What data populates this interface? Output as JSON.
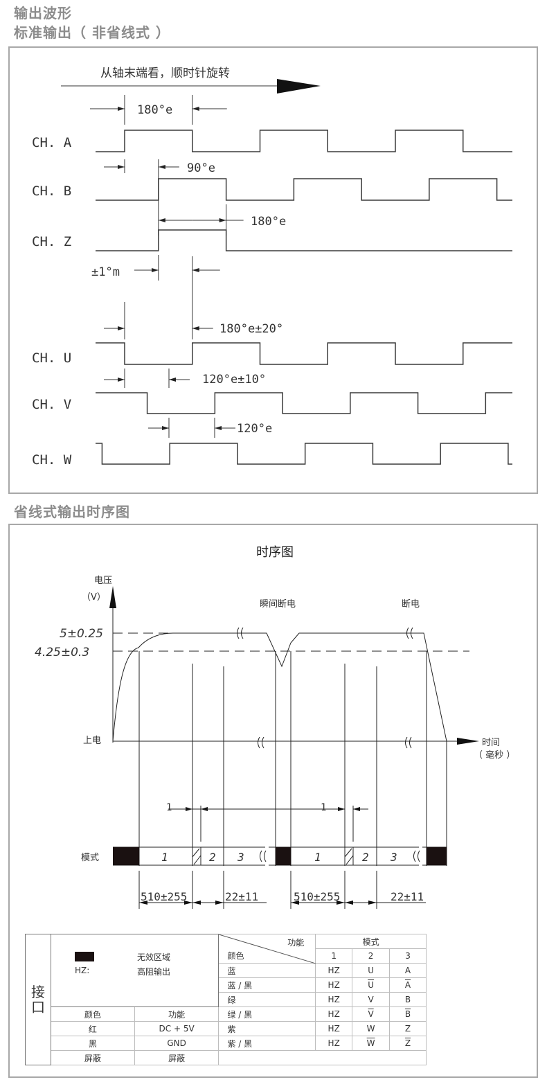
{
  "headings": {
    "output_waveform": "输出波形",
    "standard_output": "标准输出（ 非省线式 ）",
    "line_saving_timing": "省线式输出时序图"
  },
  "waveform_diagram": {
    "rotation_note": "从轴末端看，顺时针旋转",
    "channels": [
      {
        "label": "CH. A",
        "signal": "square",
        "phase_deg": 0,
        "duty_deg": 180
      },
      {
        "label": "CH. B",
        "signal": "square",
        "phase_deg": 90,
        "duty_deg": 180
      },
      {
        "label": "CH. Z",
        "signal": "single-pulse",
        "phase_deg": 90,
        "width_deg": 180
      },
      {
        "label": "CH. U",
        "signal": "square-inverted",
        "phase_deg": 0,
        "duty_deg": 180
      },
      {
        "label": "CH. V",
        "signal": "square",
        "phase_deg": -120,
        "duty_deg": 180
      },
      {
        "label": "CH. W",
        "signal": "square",
        "phase_deg": 120,
        "duty_deg": 180
      }
    ],
    "dimensions": {
      "a_width": "180°e",
      "ab_phase": "90°e",
      "z_width": "180°e",
      "mech_tol": "±1°m",
      "u_width": "180°e±20°",
      "uv_phase": "120°e±10°",
      "vw_phase": "120°e"
    }
  },
  "timing_chart": {
    "title": "时序图",
    "y_axis_label": "电压",
    "y_axis_unit": "（V）",
    "x_axis_label": "时间",
    "x_axis_unit": "（ 毫秒 ）",
    "power_on_label": "上电",
    "mode_label": "模式",
    "level_high": "5±0.25",
    "level_threshold": "4.25±0.3",
    "event_brief_outage": "瞬间断电",
    "event_power_off": "断电",
    "modes": [
      "1",
      "2",
      "3"
    ],
    "gap_marker": "1",
    "duration_mode1": "510±255",
    "duration_mode3": "22±11"
  },
  "interface_table": {
    "side_label": "接口",
    "legend": [
      {
        "symbol": "black-block",
        "text": "无效区域"
      },
      {
        "symbol": "HZ:",
        "text": "高阻输出"
      }
    ],
    "wire_headers": [
      "颜色",
      "功能"
    ],
    "wires": [
      {
        "color": "红",
        "function": "DC + 5V"
      },
      {
        "color": "黑",
        "function": "GND"
      },
      {
        "color": "屏蔽",
        "function": "屏蔽"
      }
    ],
    "mode_table": {
      "corner_top": "功能",
      "corner_bottom": "颜色",
      "group_header": "模式",
      "mode_columns": [
        "1",
        "2",
        "3"
      ],
      "rows": [
        {
          "color": "蓝",
          "m1": "HZ",
          "m2": "U",
          "m2_inv": false,
          "m3": "A",
          "m3_inv": false
        },
        {
          "color": "蓝 / 黑",
          "m1": "HZ",
          "m2": "U",
          "m2_inv": true,
          "m3": "A",
          "m3_inv": true
        },
        {
          "color": "绿",
          "m1": "HZ",
          "m2": "V",
          "m2_inv": false,
          "m3": "B",
          "m3_inv": false
        },
        {
          "color": "绿 / 黑",
          "m1": "HZ",
          "m2": "V",
          "m2_inv": true,
          "m3": "B",
          "m3_inv": true
        },
        {
          "color": "紫",
          "m1": "HZ",
          "m2": "W",
          "m2_inv": false,
          "m3": "Z",
          "m3_inv": false
        },
        {
          "color": "紫 / 黑",
          "m1": "HZ",
          "m2": "W",
          "m2_inv": true,
          "m3": "Z",
          "m3_inv": true
        }
      ]
    }
  },
  "colors": {
    "heading": "#8c8c8c",
    "frame": "#a8a8a8",
    "line": "#3a3a3a",
    "invalid_block": "#1a1111"
  }
}
